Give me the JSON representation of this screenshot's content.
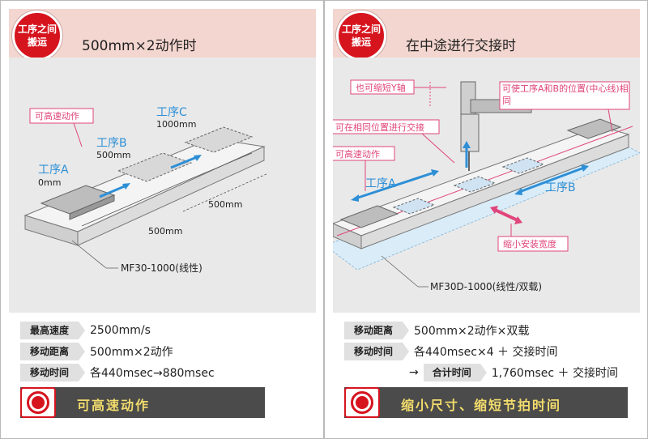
{
  "left": {
    "badge_line1": "工序之间",
    "badge_line2": "搬运",
    "title": "500mm×2动作时",
    "labels": {
      "high_speed": "可高速动作",
      "proc_a": "工序A",
      "proc_a_pos": "0mm",
      "proc_b": "工序B",
      "proc_b_pos": "500mm",
      "proc_c": "工序C",
      "proc_c_pos": "1000mm",
      "dist_1": "500mm",
      "dist_2": "500mm",
      "model": "MF30-1000(线性)"
    },
    "specs": [
      {
        "label": "最高速度",
        "value": "2500mm/s"
      },
      {
        "label": "移动距离",
        "value": "500mm×2动作"
      },
      {
        "label": "移动时间",
        "value": "各440msec→880msec"
      }
    ],
    "result": "可高速动作"
  },
  "right": {
    "badge_line1": "工序之间",
    "badge_line2": "搬运",
    "title": "在中途进行交接时",
    "labels": {
      "y_axis": "也可缩短Y轴",
      "same_pos": "可在相同位置进行交接",
      "high_speed": "可高速动作",
      "center": "可使工序A和B的位置(中心线)相同",
      "proc_a": "工序A",
      "proc_b": "工序B",
      "narrow": "缩小安装宽度",
      "model": "MF30D-1000(线性/双载)"
    },
    "specs": [
      {
        "label": "移动距离",
        "value": "500mm×2动作×双载"
      },
      {
        "label": "移动时间",
        "value": "各440msec×4 ＋ 交接时间"
      }
    ],
    "total": {
      "arrow": "→",
      "label": "合计时间",
      "value": "1,760msec ＋ 交接时间"
    },
    "result": "缩小尺寸、缩短节拍时间"
  },
  "colors": {
    "accent_red": "#d6141e",
    "header_pink": "#f3d6cf",
    "arrow_blue": "#2e8fd6",
    "pink_line": "#e0457b",
    "result_yellow": "#f2dc6c"
  }
}
